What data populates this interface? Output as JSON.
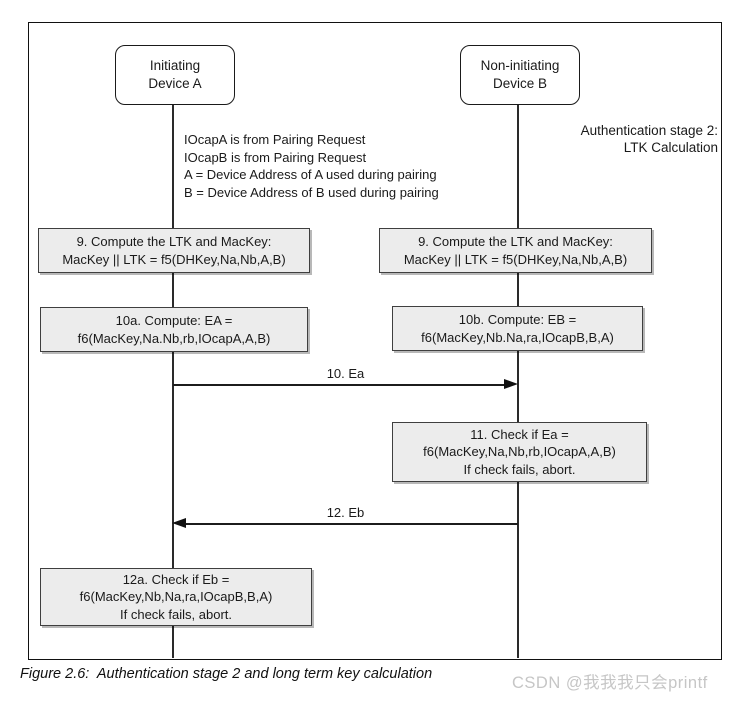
{
  "diagram": {
    "device_a": {
      "line1": "Initiating",
      "line2": "Device A"
    },
    "device_b": {
      "line1": "Non-initiating",
      "line2": "Device B"
    },
    "stage_label": {
      "line1": "Authentication stage 2:",
      "line2": "LTK Calculation"
    },
    "notes": [
      "IOcapA is from Pairing Request",
      "IOcapB is from Pairing Request",
      "A = Device Address of A used during pairing",
      "B = Device Address of B used during pairing"
    ],
    "boxes": [
      {
        "id": "9-left",
        "lines": [
          "9. Compute the LTK and MacKey:",
          "MacKey || LTK = f5(DHKey,Na,Nb,A,B)"
        ]
      },
      {
        "id": "9-right",
        "lines": [
          "9. Compute the LTK and MacKey:",
          "MacKey || LTK = f5(DHKey,Na,Nb,A,B)"
        ]
      },
      {
        "id": "10a",
        "lines": [
          "10a. Compute: EA =",
          "f6(MacKey,Na.Nb,rb,IOcapA,A,B)"
        ]
      },
      {
        "id": "10b",
        "lines": [
          "10b. Compute: EB =",
          "f6(MacKey,Nb.Na,ra,IOcapB,B,A)"
        ]
      },
      {
        "id": "11",
        "lines": [
          "11. Check if Ea =",
          "f6(MacKey,Na,Nb,rb,IOcapA,A,B)",
          "If check fails, abort."
        ]
      },
      {
        "id": "12a",
        "lines": [
          "12a. Check if Eb =",
          "f6(MacKey,Nb,Na,ra,IOcapB,B,A)",
          "If check fails, abort."
        ]
      }
    ],
    "messages": [
      {
        "label": "10. Ea",
        "direction": "right"
      },
      {
        "label": "12. Eb",
        "direction": "left"
      }
    ]
  },
  "caption": "Figure 2.6:  Authentication stage 2 and long term key calculation",
  "watermark": "CSDN @我我我只会printf",
  "colors": {
    "box_fill": "#ececec",
    "box_border": "#3f3f3f",
    "line": "#1c1c1c",
    "watermark": "#c6c6c6"
  }
}
